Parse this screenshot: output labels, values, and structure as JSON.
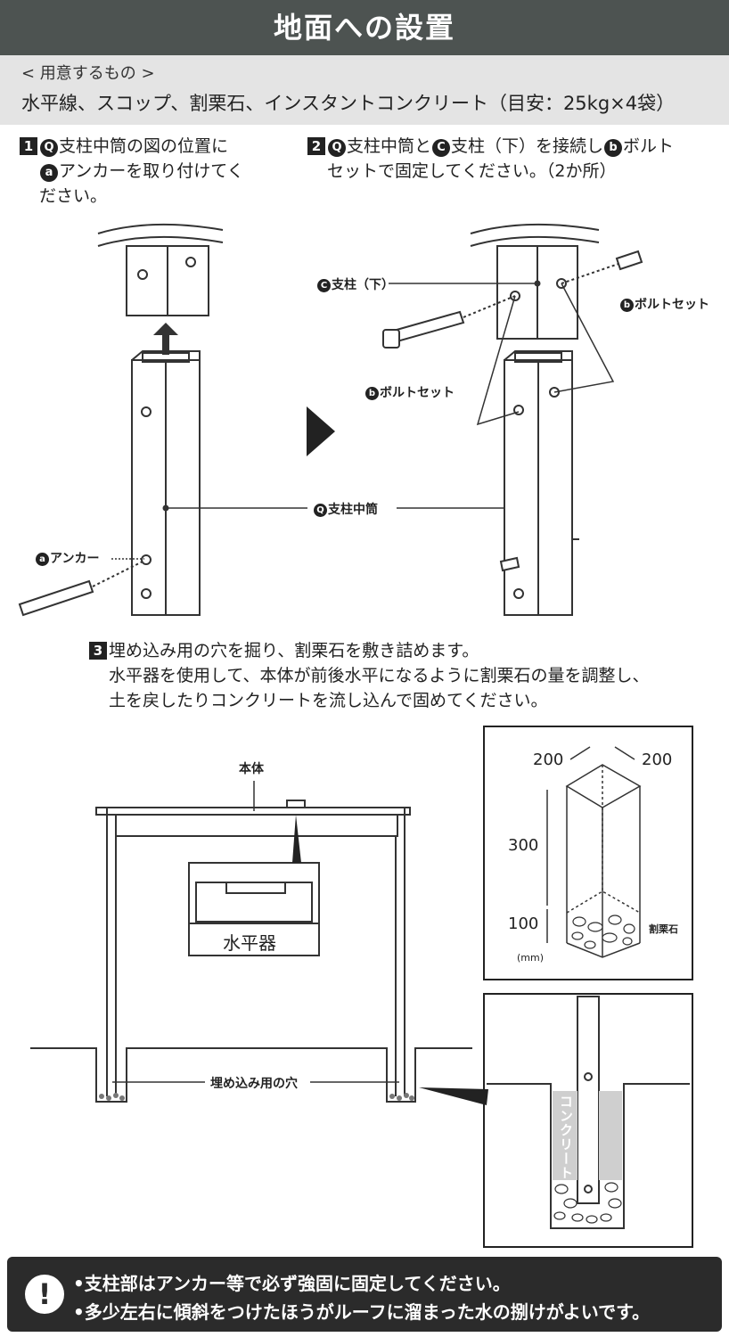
{
  "header": {
    "title": "地面への設置"
  },
  "preparation": {
    "label": "< 用意するもの >",
    "items": "水平線、スコップ、割栗石、インスタントコンクリート（目安：25kg×4袋）"
  },
  "step1": {
    "num": "1",
    "part_q": "Q",
    "text_a": "支柱中筒の図の位置に",
    "part_a": "a",
    "text_b": "アンカーを取り付けてく",
    "text_c": "ださい。"
  },
  "step2": {
    "num": "2",
    "part_q": "Q",
    "text_a": "支柱中筒と",
    "part_c": "C",
    "text_b": "支柱（下）を接続し",
    "part_b": "b",
    "text_c": "ボルト",
    "text_d": "セットで固定してください。（2か所）"
  },
  "step3": {
    "num": "3",
    "line1": "埋め込み用の穴を掘り、割栗石を敷き詰めます。",
    "line2": "水平器を使用して、本体が前後水平になるように割栗石の量を調整し、",
    "line3": "土を戻したりコンクリートを流し込んで固めてください。"
  },
  "labels": {
    "anchor": "アンカー",
    "anchor_mark": "a",
    "middle_tube": "支柱中筒",
    "middle_mark": "Q",
    "lower_post": "支柱（下）",
    "lower_mark": "C",
    "bolt_set": "ボルトセット",
    "bolt_mark": "b",
    "body": "本体",
    "level": "水平器",
    "hole": "埋め込み用の穴",
    "gravel": "割栗石",
    "concrete": "コンクリート"
  },
  "dimensions": {
    "width_a": "200",
    "width_b": "200",
    "depth": "300",
    "gravel_depth": "100",
    "unit": "(mm)"
  },
  "warning": {
    "icon": "exclamation-icon",
    "line1": "•支柱部はアンカー等で必ず強固に固定してください。",
    "line2": "•多少左右に傾斜をつけたほうがルーフに溜まった水の捌けがよいです。"
  }
}
